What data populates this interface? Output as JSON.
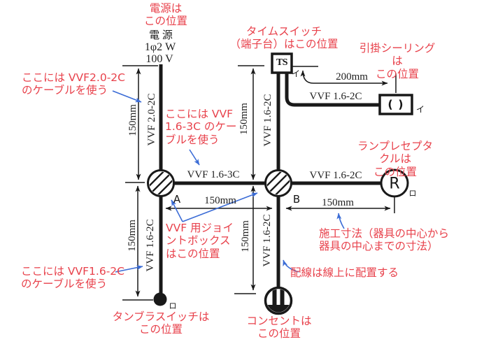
{
  "colors": {
    "accent_red": "#e8414b",
    "leader_blue": "#3b6cd6",
    "line_black": "#191919"
  },
  "labels": {
    "power_note": "電源は\nこの位置",
    "power_name": "電 源",
    "power_phase": "1φ2 W",
    "power_voltage": "100 V",
    "timeswitch_note": "タイムスイッチ\n（端子台）はこの位置",
    "ceiling_note": "引掛シーリングは\nこの位置",
    "cable20_note": "ここには VVF2.0-2C\nのケーブルを使う",
    "cable163_note": "ここには VVF\n1.6-3C のケー\nブルを使う",
    "receptacle_note": "ランプレセプタクルは\nこの位置",
    "jointbox_note": "VVF 用ジョイ\nントボックス\nはこの位置",
    "dimension_note": "施工寸法（器具の中心から\n器具の中心までの寸法）",
    "wiring_note": "配線は線上に配置する",
    "cable162_note": "ここには VVF1.6-2C\nのケーブルを使う",
    "tumbler_note": "タンブラスイッチは\nこの位置",
    "outlet_note": "コンセントは\nこの位置"
  },
  "wires": {
    "vvf_20_2c": "VVF 2.0-2C",
    "vvf_16_2c": "VVF 1.6-2C",
    "vvf_16_3c": "VVF 1.6-3C"
  },
  "dims": {
    "mm150": "150mm",
    "mm200": "200mm"
  },
  "devices": {
    "ts": "TS",
    "r": "R",
    "ceiling_glyph": "( )",
    "box_a": "A",
    "box_b": "B",
    "mark_i": "イ",
    "mark_ro": "ロ"
  }
}
